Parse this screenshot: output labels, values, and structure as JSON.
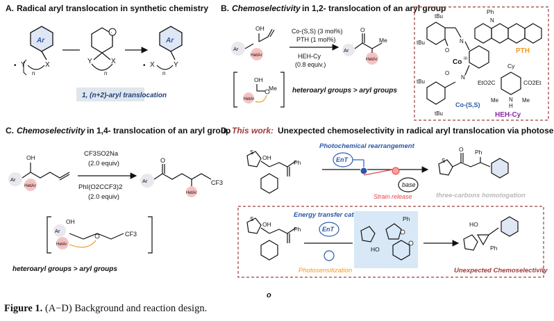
{
  "panels": {
    "a": {
      "title_prefix": "A.",
      "title": "Radical aryl translocation in synthetic chemistry",
      "ar": "Ar",
      "x": "X",
      "y": "Y",
      "n": "n",
      "radical_dot": "•",
      "label": "1, (n+2)-aryl  translocation",
      "label_bg": "#dfe6ee"
    },
    "b": {
      "title_prefix": "B.",
      "title_italic": "Chemoselectivity",
      "title_rest": "in 1,2- translocation of an aryl group",
      "oh": "OH",
      "ar": "Ar",
      "hetar": "HetAr",
      "cond1": "Co-(S,S) (3 mol%)",
      "cond2": "PTH (1 mol%)",
      "cond3": "HEH-Cy",
      "cond4": "(0.8 equiv.)",
      "me": "Me",
      "selectivity": "heteroaryl groups  >  aryl groups",
      "tbu": "tBu",
      "co_label": "Co",
      "co_charge": "III",
      "n_label": "N",
      "o_label": "O",
      "ph": "Ph",
      "pth": "PTH",
      "co_ss": "Co-(S,S)",
      "cy": "Cy",
      "eto2c": "EtO2C",
      "co2et": "CO2Et",
      "nh": "H",
      "heh_cy": "HEH-Cy",
      "colors": {
        "pth": "#f29a20",
        "co_ss": "#2a58a8",
        "heh": "#8a2aa0",
        "dash_box": "#9e3a3a"
      }
    },
    "c": {
      "title_prefix": "C.",
      "title_italic": "Chemoselectivity",
      "title_rest": "in 1,4- translocation of an aryl group",
      "oh": "OH",
      "ar": "Ar",
      "hetar": "HetAr",
      "reagent1": "CF3SO2Na",
      "reagent1_eq": "(2.0 equiv)",
      "reagent2": "PhI(O2CCF3)2",
      "reagent2_eq": "(2.0 equiv)",
      "o": "O",
      "cf3": "CF3",
      "selectivity": "heteroaryl groups  >  aryl groups"
    },
    "d": {
      "title_prefix": "D.",
      "title_this": "This work:",
      "title_rest": "Unexpected chemoselectivity in radical aryl translocation via photosensitization",
      "oh": "OH",
      "ph": "Ph",
      "s": "S",
      "photochem": "Photochemical rearrangement",
      "ent": "EnT",
      "base": "base",
      "strain": "Strain release",
      "homolog": "three-carbons homologation",
      "etc": "Energy transfer catalysis",
      "ho": "HO",
      "photosens": "Photosensitization",
      "unexpected": "Unexpected Chemoselectivity",
      "o_mark": "o",
      "colors": {
        "title_this": "#9e3a3a",
        "photochem": "#2a58a8",
        "strain": "#e04848",
        "homolog": "#b8b8b8",
        "photosens": "#f29a20",
        "unexpected": "#9e3a3a",
        "dash": "#a03a3a",
        "highlight": "#d8e8f6"
      }
    }
  },
  "caption": {
    "label": "Figure 1.",
    "text": "(A−D) Background and reaction design."
  }
}
